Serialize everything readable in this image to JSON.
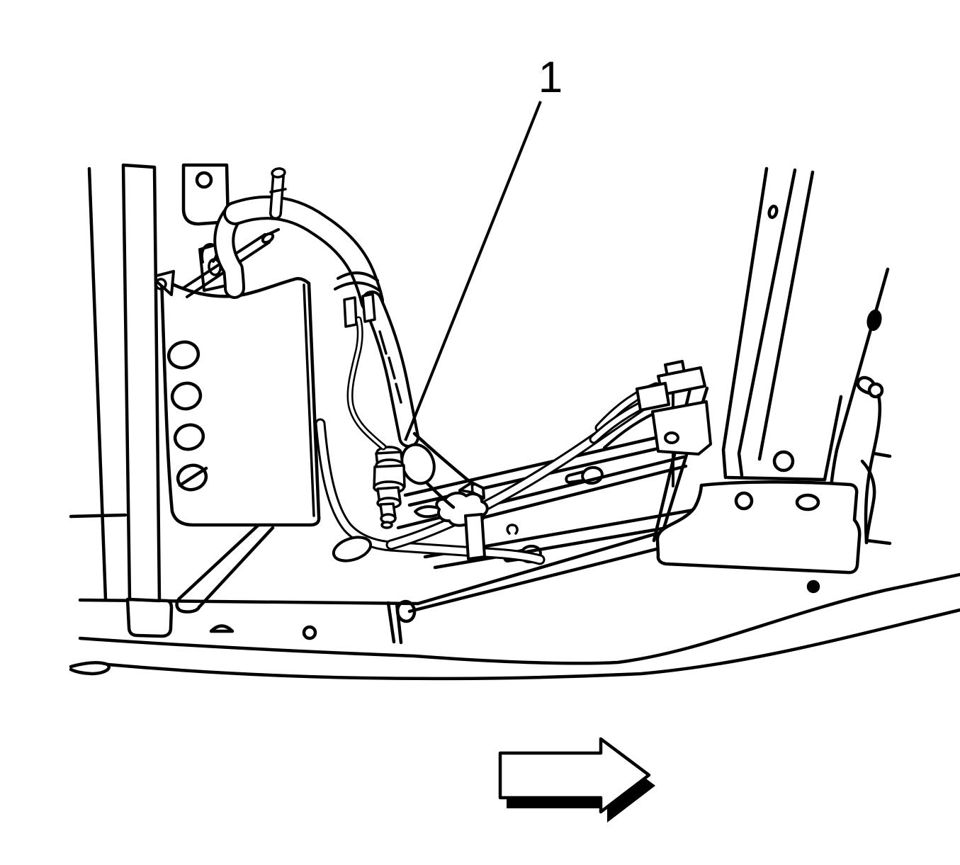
{
  "figure": {
    "type": "service-manual-line-illustration",
    "callout": {
      "label": "1"
    },
    "arrow": {
      "direction": "right"
    },
    "colors": {
      "ink": "#000000",
      "paper": "#ffffff"
    }
  }
}
